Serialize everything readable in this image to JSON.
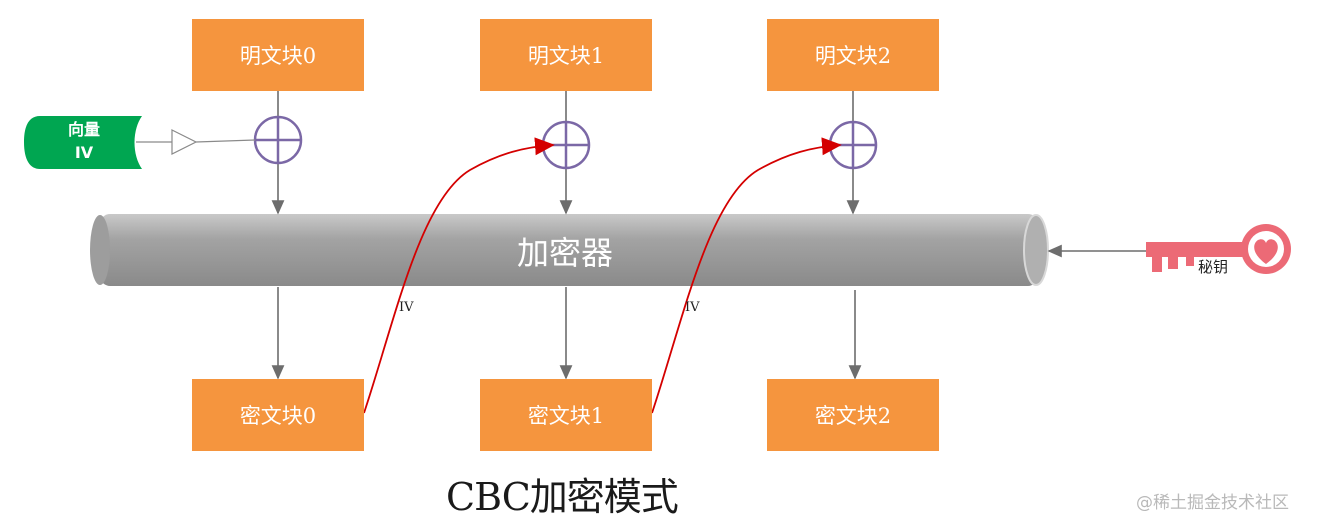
{
  "diagram": {
    "plaintext_blocks": [
      "明文块0",
      "明文块1",
      "明文块2"
    ],
    "ciphertext_blocks": [
      "密文块0",
      "密文块1",
      "密文块2"
    ],
    "iv_tag": {
      "line1": "向量",
      "line2": "IV"
    },
    "encryptor_label": "加密器",
    "feedback_labels": [
      "IV",
      "IV"
    ],
    "key_label": "秘钥",
    "title": "CBC加密模式",
    "watermark": "@稀土掘金技术社区"
  },
  "colors": {
    "block_fill": "#F5953E",
    "xor_circle": "#7B68A6",
    "iv_tag": "#00A651",
    "cylinder": "#9A9A9A",
    "feedback_arrow": "#D40000",
    "key": "#EC6A76"
  },
  "icons": [
    "xor-icon",
    "key-icon",
    "arrow-triangle-icon"
  ]
}
